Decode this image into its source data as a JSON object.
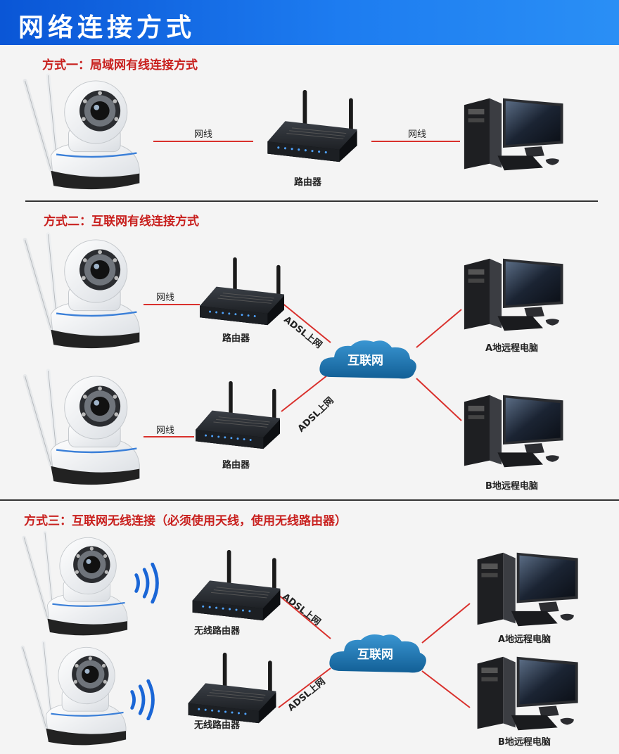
{
  "header": {
    "title": "网络连接方式"
  },
  "sections": {
    "s1": {
      "title": "方式一：局域网有线连接方式",
      "cable_left": "网线",
      "cable_right": "网线",
      "router": "路由器"
    },
    "s2": {
      "title": "方式二：互联网有线连接方式",
      "cable_a": "网线",
      "cable_b": "网线",
      "router_a": "路由器",
      "router_b": "路由器",
      "adsl_a": "ADSL上网",
      "adsl_b": "ADSL上网",
      "cloud": "互联网",
      "pc_a": "A地远程电脑",
      "pc_b": "B地远程电脑"
    },
    "s3": {
      "title": "方式三：互联网无线连接（必须使用天线，使用无线路由器）",
      "router_a": "无线路由器",
      "router_b": "无线路由器",
      "adsl_a": "ADSL上网",
      "adsl_b": "ADSL上网",
      "cloud": "互联网",
      "pc_a": "A地远程电脑",
      "pc_b": "B地远程电脑"
    }
  },
  "colors": {
    "header_blue": "#1d7cf0",
    "title_red": "#c8201e",
    "link_red": "#d9302c",
    "cloud_blue": "#1e7bb8"
  }
}
